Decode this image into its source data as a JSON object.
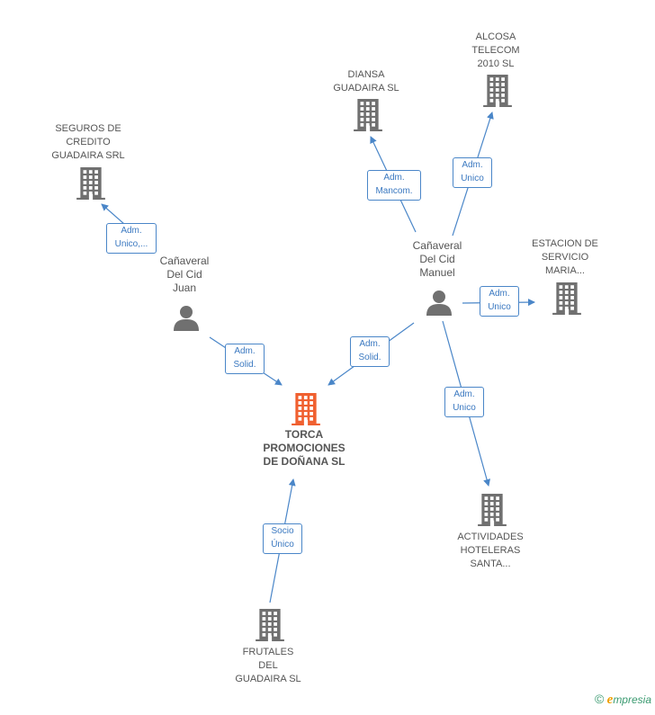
{
  "nodes": {
    "torca": {
      "label": "TORCA\nPROMOCIONES\nDE DOÑANA SL",
      "icon": "building-icon",
      "color": "#f06030"
    },
    "juan": {
      "label": "Cañaveral\nDel Cid\nJuan",
      "icon": "person-icon"
    },
    "manuel": {
      "label": "Cañaveral\nDel Cid\nManuel",
      "icon": "person-icon"
    },
    "seguros": {
      "label": "SEGUROS DE\nCREDITO\nGUADAIRA SRL",
      "icon": "building-icon"
    },
    "diansa": {
      "label": "DIANSA\nGUADAIRA SL",
      "icon": "building-icon"
    },
    "alcosa": {
      "label": "ALCOSA\nTELECOM\n2010 SL",
      "icon": "building-icon"
    },
    "estacion": {
      "label": "ESTACION DE\nSERVICIO\nMARIA...",
      "icon": "building-icon"
    },
    "actividades": {
      "label": "ACTIVIDADES\nHOTELERAS\nSANTA...",
      "icon": "building-icon"
    },
    "frutales": {
      "label": "FRUTALES\nDEL\nGUADAIRA SL",
      "icon": "building-icon"
    }
  },
  "edges": {
    "juan_seguros": "Adm.\nUnico,...",
    "juan_torca": "Adm.\nSolid.",
    "manuel_torca": "Adm.\nSolid.",
    "manuel_diansa": "Adm.\nMancom.",
    "manuel_alcosa": "Adm.\nUnico",
    "manuel_estacion": "Adm.\nUnico",
    "manuel_actividades": "Adm.\nUnico",
    "frutales_torca": "Socio\nÚnico"
  },
  "colors": {
    "edge": "#4a86c8",
    "icon": "#707070",
    "center": "#f06030"
  },
  "brand": {
    "copyright": "©",
    "e": "e",
    "rest": "mpresia"
  }
}
